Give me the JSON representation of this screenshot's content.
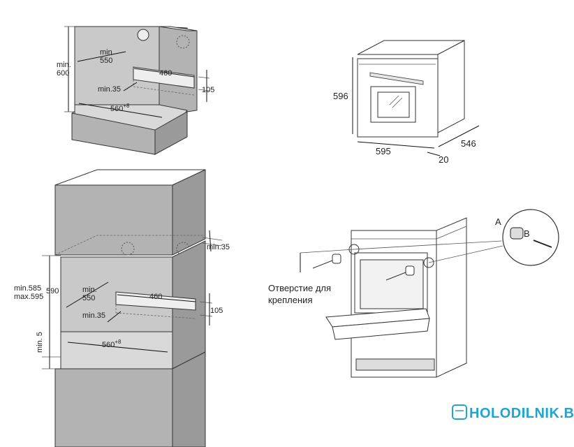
{
  "fig1": {
    "height": "min.\n600",
    "height_l1": "min.",
    "height_l2": "600",
    "depth_l1": "min.",
    "depth_l2": "550",
    "slot_width": "460",
    "slot_height": "105",
    "slot_gap": "min.35",
    "width": "560",
    "width_sup": "+8"
  },
  "fig2": {
    "height_a": "min.585",
    "height_b": "max.595",
    "height_c": "590",
    "depth_l1": "min.",
    "depth_l2": "550",
    "slot_width": "460",
    "slot_height": "105",
    "slot_gap": "min.35",
    "top_gap": "min.35",
    "bottom_gap_l1": "min.",
    "bottom_gap_l2": "5",
    "width": "560",
    "width_sup": "+8"
  },
  "fig3": {
    "height": "596",
    "width": "595",
    "depth": "546",
    "door": "20"
  },
  "fig4": {
    "label_a": "A",
    "label_b": "B",
    "caption_l1": "Отверстие для",
    "caption_l2": "крепления"
  },
  "watermark": {
    "text": "HOLODILNIK.BY",
    "color": "#1fa4d4"
  }
}
